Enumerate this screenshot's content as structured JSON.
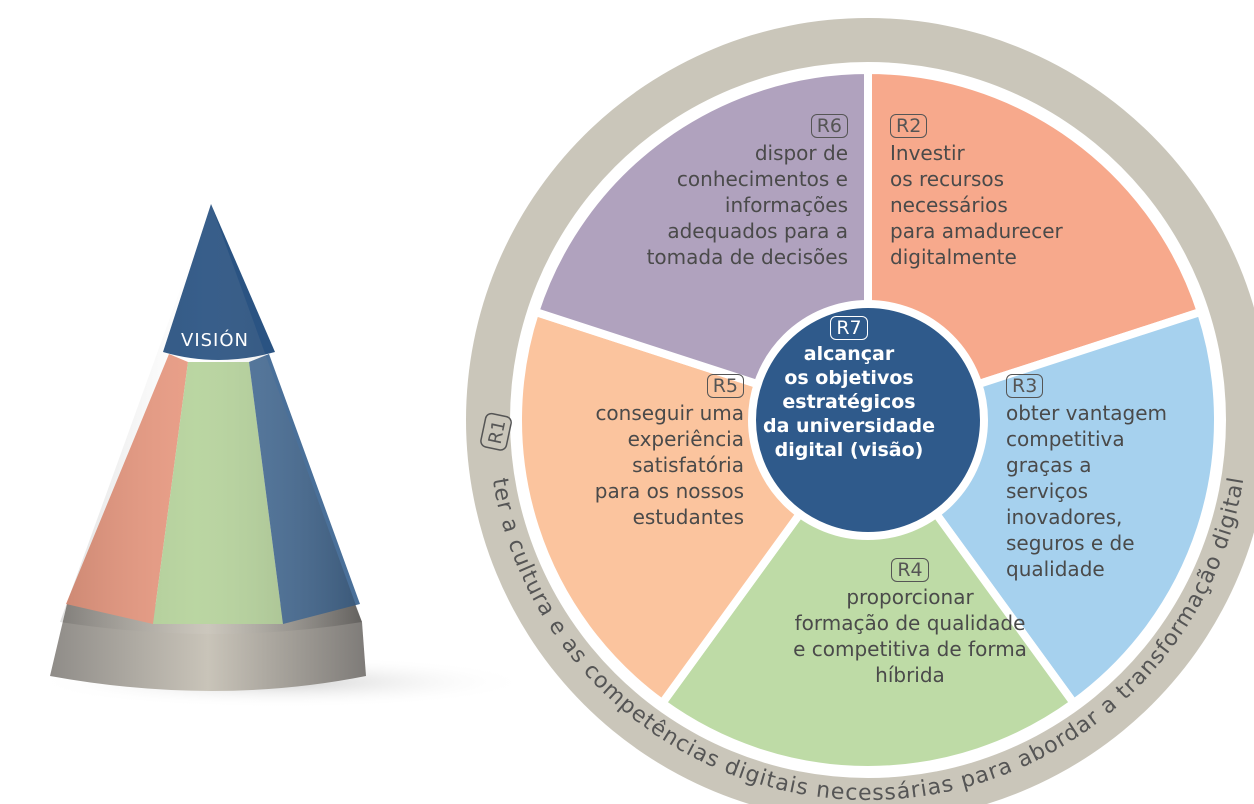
{
  "cone": {
    "label": "VISIÓN",
    "colors": {
      "apex": "#2a5382",
      "left": "#e89a82",
      "middle": "#b6d39c",
      "right": "#4a7099",
      "base": "#b9b4ab"
    }
  },
  "wheel": {
    "colors": {
      "ring": "#cac6ba",
      "r6": "#b0a2be",
      "r2": "#f7a98c",
      "r3": "#a6d1ee",
      "r4": "#bedba6",
      "r5": "#fbc49e",
      "center": "#2f5a8b",
      "separator": "#ffffff"
    },
    "ring_text": {
      "tag": "R1",
      "text": "ter a cultura e as competências digitais necessárias para abordar a transformação digital"
    },
    "segments": {
      "r6": {
        "tag": "R6",
        "lines": [
          "dispor de",
          "conhecimentos e",
          "informações",
          "adequados para a",
          "tomada de decisões"
        ]
      },
      "r2": {
        "tag": "R2",
        "lines": [
          "Investir",
          "os recursos",
          "necessários",
          "para amadurecer",
          "digitalmente"
        ]
      },
      "r3": {
        "tag": "R3",
        "lines": [
          "obter vantagem",
          "competitiva",
          "graças a",
          "serviços",
          "inovadores,",
          "seguros e de",
          "qualidade"
        ]
      },
      "r4": {
        "tag": "R4",
        "lines": [
          "proporcionar",
          "formação de qualidade",
          "e competitiva de forma",
          "híbrida"
        ]
      },
      "r5": {
        "tag": "R5",
        "lines": [
          "conseguir uma",
          "experiência",
          "satisfatória",
          "para os nossos",
          "estudantes"
        ]
      },
      "r7": {
        "tag": "R7",
        "lines": [
          "alcançar",
          "os objetivos",
          "estratégicos",
          "da universidade",
          "digital (visão)"
        ]
      }
    }
  }
}
